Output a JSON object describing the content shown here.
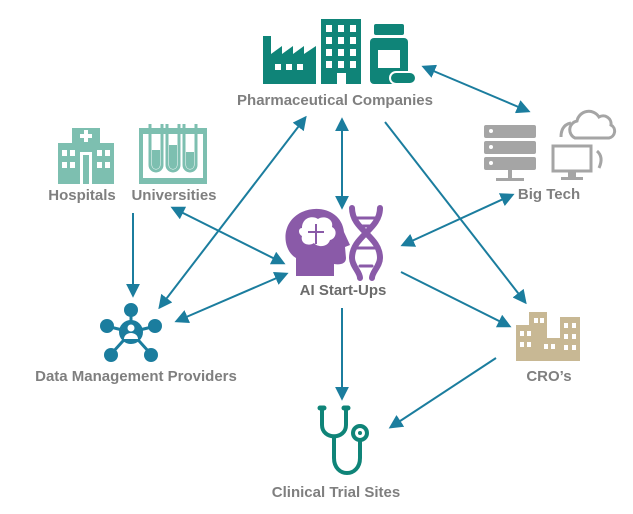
{
  "nodes": {
    "pharma": "Pharmaceutical Companies",
    "hospitals": "Hospitals",
    "universities": "Universities",
    "big_tech": "Big Tech",
    "ai_startups": "AI Start-Ups",
    "data_mgmt": "Data Management Providers",
    "cros": "CRO’s",
    "clinical": "Clinical Trial Sites"
  },
  "colors": {
    "arrow": "#1b7d9e",
    "teal": "#0f8478",
    "light_teal": "#7dbfb0",
    "purple": "#8a5aa8",
    "tan": "#c8b894",
    "gray": "#a5a5a5",
    "blue": "#1b7d9e"
  },
  "icons": {
    "pharma": [
      "factory-icon",
      "office-building-icon",
      "pill-bottle-icon"
    ],
    "hospitals": "hospital-icon",
    "universities": "test-tubes-icon",
    "big_tech": [
      "server-rack-icon",
      "cloud-computer-icon"
    ],
    "ai_startups": [
      "ai-brain-head-icon",
      "dna-helix-icon"
    ],
    "data_mgmt": "network-hub-icon",
    "cros": "city-buildings-icon",
    "clinical": "stethoscope-icon"
  }
}
